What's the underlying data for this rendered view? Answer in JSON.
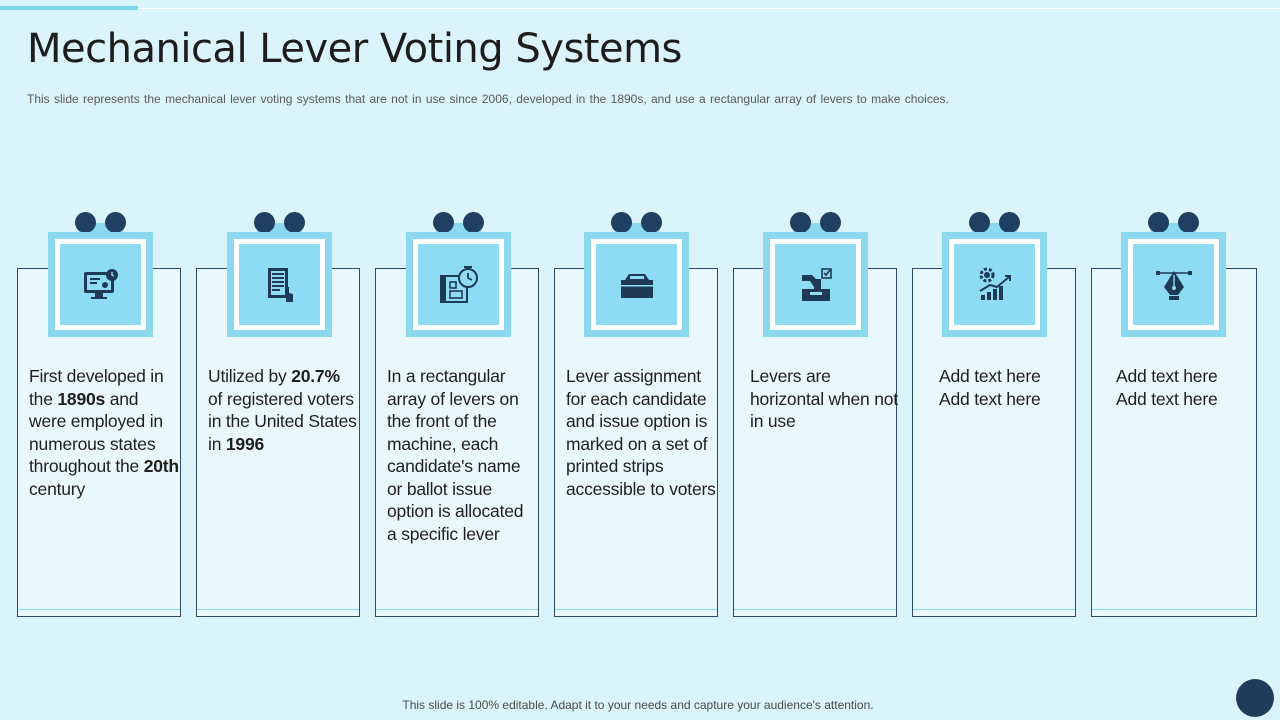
{
  "slide": {
    "title": "Mechanical Lever Voting Systems",
    "subtitle": "This slide represents the mechanical lever voting systems that are not in use since 2006, developed  in the 1890s, and use a rectangular array of levers to make choices.",
    "footer": "This slide is 100% editable. Adapt it to your needs and capture your audience's attention."
  },
  "colors": {
    "background": "#dbf3fb",
    "accent": "#8bd8ef",
    "dark": "#1f4060"
  },
  "cards": [
    {
      "icon": "computer-monitor-icon",
      "text": [
        "First developed in the ",
        "1890s",
        " and were employed in numerous states throughout the ",
        "20th",
        " century"
      ]
    },
    {
      "icon": "ballot-list-hand-icon",
      "text": [
        "Utilized by ",
        "20.7%",
        " of registered voters in the United States in ",
        "1996",
        ""
      ]
    },
    {
      "icon": "blueprint-clock-icon",
      "text": [
        "In a rectangular array of levers on the front of the machine, each candidate's name or ballot issue option is allocated a specific lever",
        "",
        "",
        "",
        ""
      ]
    },
    {
      "icon": "ballot-box-icon",
      "text": [
        "Lever assignment for each candidate and issue option is marked on a set of printed strips accessible to voters",
        "",
        "",
        "",
        ""
      ]
    },
    {
      "icon": "vote-hand-box-icon",
      "text": [
        "Levers are horizontal when not in use",
        "",
        "",
        "",
        ""
      ]
    },
    {
      "icon": "gear-growth-chart-icon",
      "text": [
        "Add text here Add text here",
        "",
        "",
        "",
        ""
      ]
    },
    {
      "icon": "pen-nib-icon",
      "text": [
        "Add text here Add text here",
        "",
        "",
        "",
        ""
      ]
    }
  ]
}
